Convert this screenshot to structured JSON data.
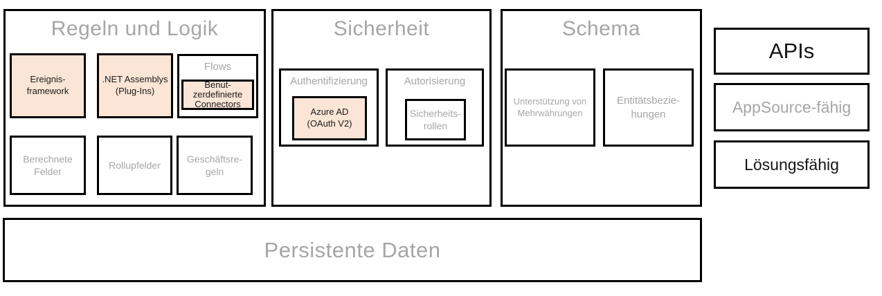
{
  "palette": {
    "highlight_fill": "#FBE5D6",
    "border": "#000000",
    "muted_text": "#A6A6A6",
    "emphasis_text": "#141414",
    "background": "#FFFFFF"
  },
  "sections": {
    "rules": {
      "title": "Regeln und Logik",
      "items": {
        "event_framework": "Ereignis-\nframework",
        "net_assemblies": ".NET Assemblys\n(Plug-Ins)",
        "flows": "Flows",
        "custom_connectors": "Benut-\nzerdefinierte\nConnectors",
        "calculated_fields": "Berechnete\nFelder",
        "rollup_fields": "Rollupfelder",
        "business_rules": "Geschäftsre-\ngeln"
      }
    },
    "security": {
      "title": "Sicherheit",
      "authentication": {
        "title": "Authentifizierung",
        "item": "Azure AD\n(OAuth V2)"
      },
      "authorization": {
        "title": "Autorisierung",
        "item": "Sicherheits-\nrollen"
      }
    },
    "schema": {
      "title": "Schema",
      "items": {
        "multicurrency": "Unterstützung von\nMehrwährungen",
        "entity_relationships": "Entitätsbezie-\nhungen"
      }
    }
  },
  "capabilities": {
    "apis": "APIs",
    "appsource": "AppSource-fähig",
    "solution": "Lösungsfähig"
  },
  "persistent_data": {
    "title": "Persistente Daten"
  }
}
